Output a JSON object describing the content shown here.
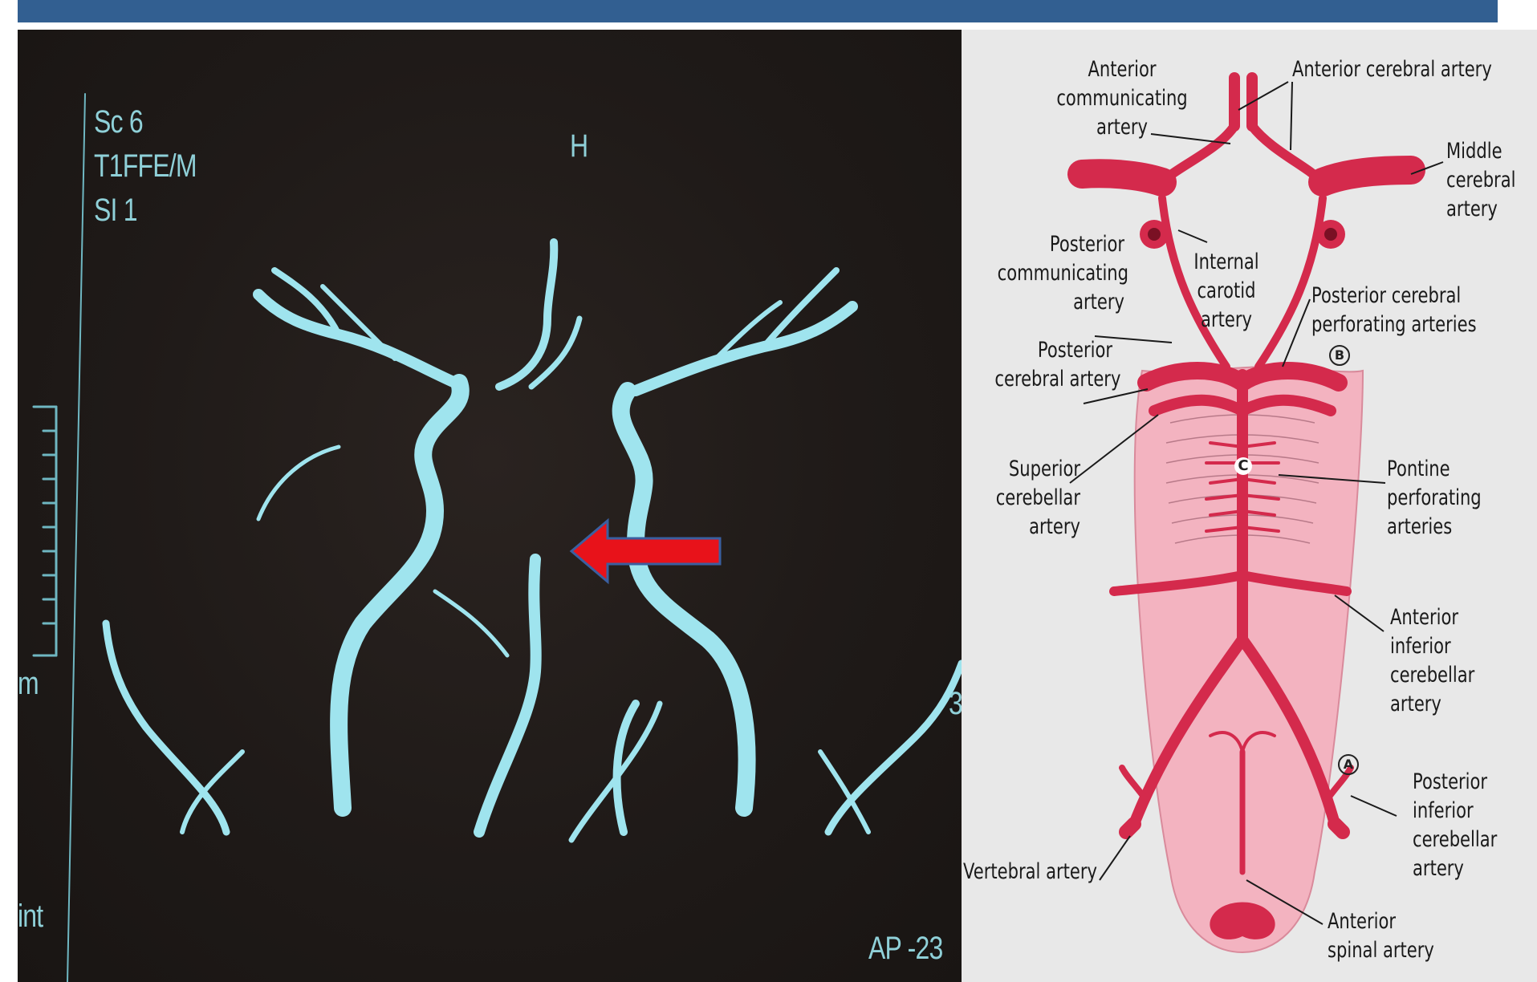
{
  "header": {
    "bar_color": "#325f91"
  },
  "mra": {
    "lines": [
      "Sc 6",
      "T1FFE/M",
      "SI 1"
    ],
    "orientation": "H",
    "left_edge_top": "m",
    "left_edge_bottom": "int",
    "right_edge_mark": "3",
    "bottom_right": "AP -23",
    "arrow_color": "#e8121a",
    "vessel_color": "#9fe4ee"
  },
  "diagram": {
    "labels": {
      "anterior_communicating": "Anterior\ncommunicating\nartery",
      "anterior_cerebral": "Anterior cerebral artery",
      "middle_cerebral": "Middle\ncerebral\nartery",
      "posterior_communicating": "Posterior\ncommunicating\nartery",
      "internal_carotid": "Internal\ncarotid\nartery",
      "posterior_cerebral_perforating": "Posterior cerebral\nperforating arteries",
      "posterior_cerebral": "Posterior\ncerebral artery",
      "superior_cerebellar": "Superior\ncerebellar\nartery",
      "pontine_perforating": "Pontine\nperforating\narteries",
      "anterior_inferior_cerebellar": "Anterior\ninferior\ncerebellar\nartery",
      "posterior_inferior_cerebellar": "Posterior\ninferior\ncerebellar\nartery",
      "vertebral": "Vertebral artery",
      "anterior_spinal": "Anterior\nspinal artery"
    },
    "markers": {
      "a": "A",
      "b": "B",
      "c": "C"
    },
    "artery_color": "#d42a4c",
    "brainstem_color": "#f3b3c0"
  }
}
